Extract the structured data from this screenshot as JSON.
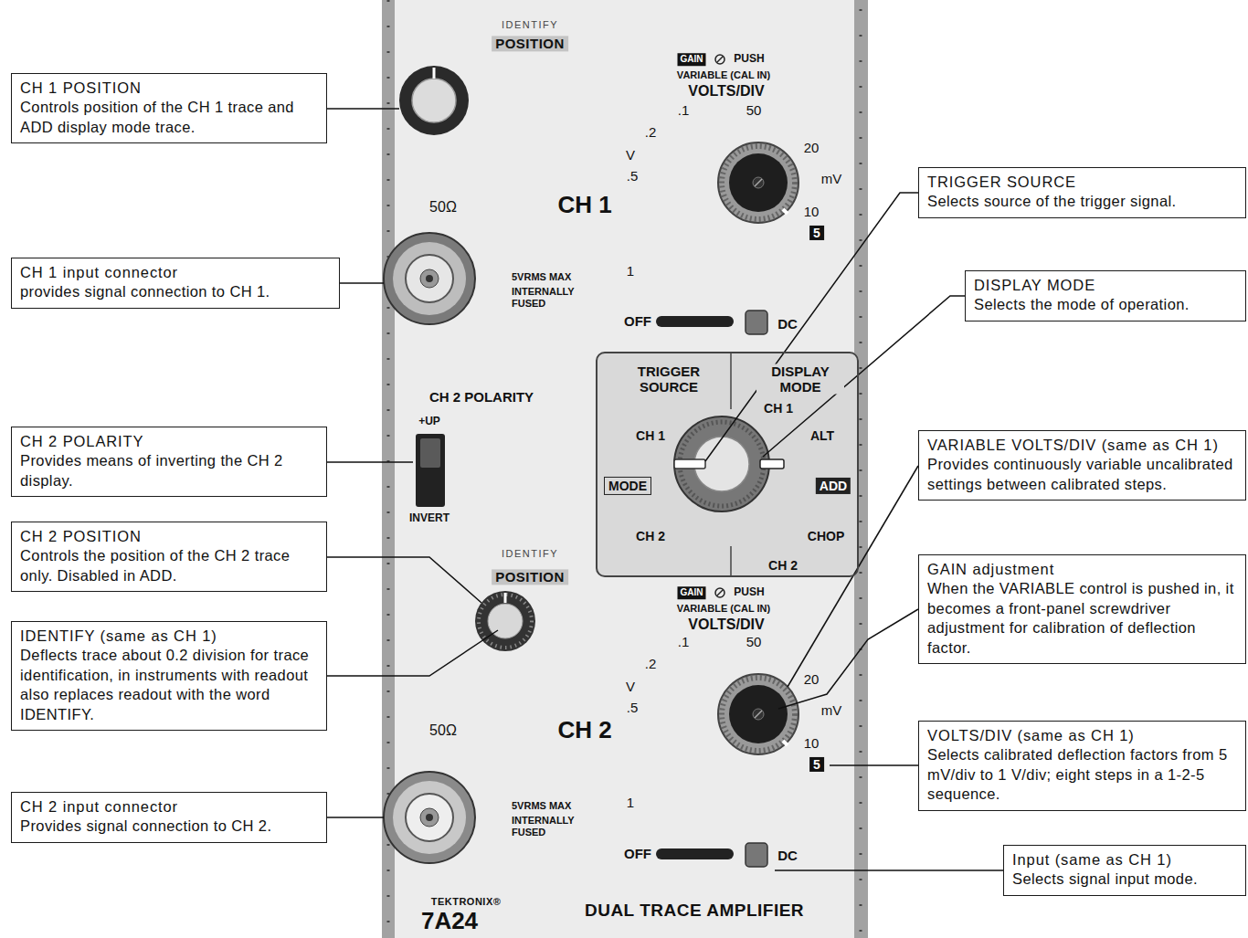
{
  "diagram": {
    "nodes": [
      {
        "text": [
          "CH 1 POSITION",
          "Controls position of the CH 1 trace and ADD display mode trace."
        ]
      },
      {
        "text": [
          "CH 1 input connector",
          "provides signal connection to CH 1."
        ]
      },
      {
        "text": [
          "CH 2 POLARITY",
          "Provides means of inverting the CH 2 display."
        ]
      },
      {
        "text": [
          "CH 2 POSITION",
          "Controls the position of the CH 2 trace only. Disabled in ADD."
        ]
      },
      {
        "text": [
          "IDENTIFY (same as CH 1)",
          "Deflects trace about 0.2 division for trace identification, in instruments with readout also replaces readout with the word IDENTIFY."
        ]
      },
      {
        "text": [
          "CH 2 input connector",
          "Provides signal connection to CH 2."
        ]
      },
      {
        "text": [
          "TRIGGER SOURCE",
          "Selects source of the trigger signal."
        ]
      },
      {
        "text": [
          "DISPLAY MODE",
          "Selects the mode of operation."
        ]
      },
      {
        "text": [
          "VARIABLE VOLTS/DIV (same as CH 1)",
          "Provides continuously variable uncalibrated settings between calibrated steps."
        ]
      },
      {
        "text": [
          "GAIN adjustment",
          "When the VARIABLE control is pushed in, it becomes a front-panel screwdriver adjustment for calibration of deflection factor."
        ]
      },
      {
        "text": [
          "VOLTS/DIV (same as CH 1)",
          "Selects calibrated deflection factors from 5 mV/div to 1 V/div; eight steps in a 1-2-5 sequence."
        ]
      },
      {
        "text": [
          "Input (same as CH 1)",
          "Selects signal input mode."
        ]
      },
      {
        "text": [
          "TRIGGER SOURCE",
          "DISPLAY MODE",
          "CH 1",
          "MODE",
          "CH 2",
          "CH 1",
          "ALT",
          "ADD",
          "CHOP",
          "CH 2"
        ]
      }
    ],
    "labels": [
      "IDENTIFY",
      "POSITION",
      "GAIN",
      "PUSH",
      "VARIABLE (CAL IN)",
      "VOLTS/DIV",
      ".1",
      "50",
      ".2",
      "20",
      "V",
      "mV",
      ".5",
      "10",
      "1",
      "5",
      "50Ω",
      "CH 1",
      "5VRMS MAX",
      "INTERNALLY FUSED",
      "OFF",
      "DC",
      "CH 2 POLARITY",
      "+UP",
      "INVERT",
      "IDENTIFY",
      "POSITION",
      "GAIN",
      "PUSH",
      "VARIABLE (CAL IN)",
      "VOLTS/DIV",
      ".1",
      "50",
      ".2",
      "20",
      "V",
      "mV",
      ".5",
      "10",
      "1",
      "5",
      "50Ω",
      "CH 2",
      "5VRMS MAX",
      "INTERNALLY FUSED",
      "OFF",
      "DC",
      "TEKTRONIX®",
      "7A24",
      "DUAL TRACE AMPLIFIER"
    ]
  }
}
